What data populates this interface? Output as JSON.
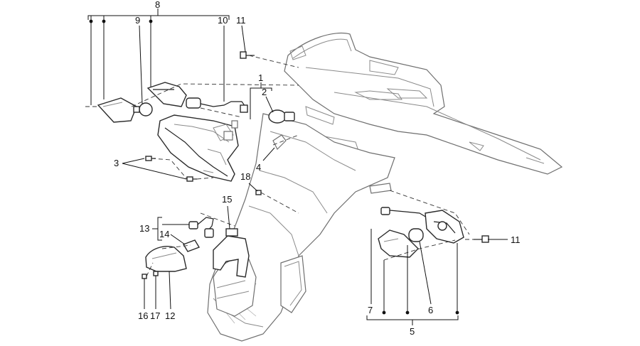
{
  "diagram": {
    "callouts": {
      "c1": "1",
      "c2": "2",
      "c3": "3",
      "c4": "4",
      "c5": "5",
      "c6": "6",
      "c7": "7",
      "c8": "8",
      "c9": "9",
      "c10": "10",
      "c11a": "11",
      "c11b": "11",
      "c12": "12",
      "c13": "13",
      "c14": "14",
      "c15": "15",
      "c16": "16",
      "c17": "17",
      "c18": "18"
    }
  }
}
